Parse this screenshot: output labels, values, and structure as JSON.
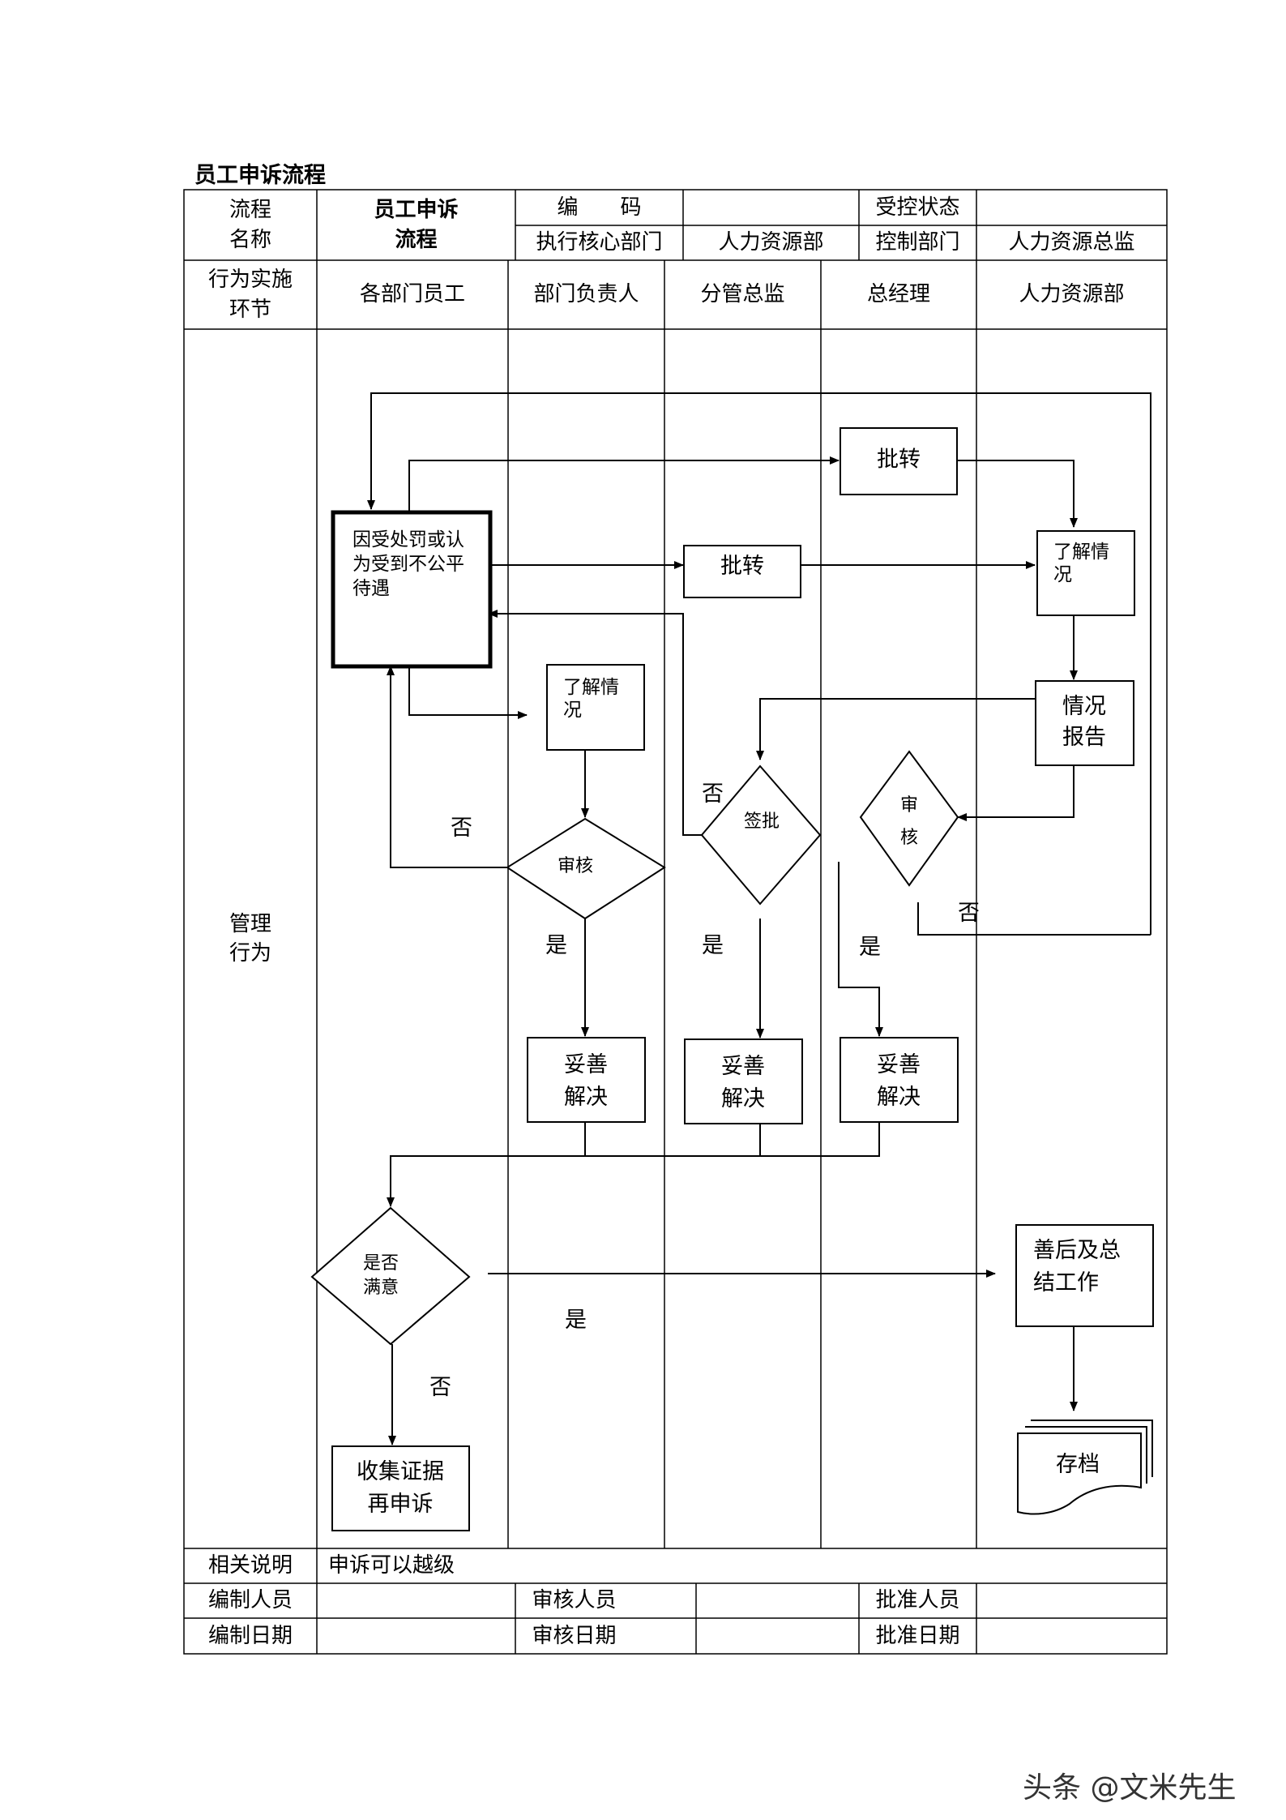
{
  "document": {
    "title": "员工申诉流程"
  },
  "header": {
    "flow_name_label": "流程\n名称",
    "flow_name_value": "员工申诉\n流程",
    "code_label": "编　　码",
    "code_value": "",
    "control_status_label": "受控状态",
    "control_status_value": "",
    "exec_dept_label": "执行核心部门",
    "exec_dept_value": "人力资源部",
    "control_dept_label": "控制部门",
    "control_dept_value": "人力资源总监"
  },
  "lanes": {
    "row_label": "行为实施\n环节",
    "items": [
      "各部门员工",
      "部门负责人",
      "分管总监",
      "总经理",
      "人力资源部"
    ]
  },
  "body_label": "管理\n行为",
  "flow": {
    "start": "因受处罚或认为受到不公平待遇",
    "gm_forward": "批转",
    "director_forward": "批转",
    "hr_understand": "了解情况",
    "hr_report": "情况报告",
    "mgr_understand": "了解情况",
    "mgr_review": "审核",
    "director_sign": "签批",
    "gm_review": "审核",
    "resolve_mgr": "妥善解决",
    "resolve_director": "妥善解决",
    "resolve_gm": "妥善解决",
    "satisfied": "是否满意",
    "recollect": "收集证据再申诉",
    "aftermath": "善后及总结工作",
    "archive": "存档",
    "yes": "是",
    "no": "否"
  },
  "footer": {
    "notes_label": "相关说明",
    "notes_value": "申诉可以越级",
    "prepared_by_label": "编制人员",
    "prepared_by_value": "",
    "reviewed_by_label": "审核人员",
    "reviewed_by_value": "",
    "approved_by_label": "批准人员",
    "approved_by_value": "",
    "prepared_date_label": "编制日期",
    "prepared_date_value": "",
    "reviewed_date_label": "审核日期",
    "reviewed_date_value": "",
    "approved_date_label": "批准日期",
    "approved_date_value": ""
  },
  "watermark": "头条 @文米先生"
}
